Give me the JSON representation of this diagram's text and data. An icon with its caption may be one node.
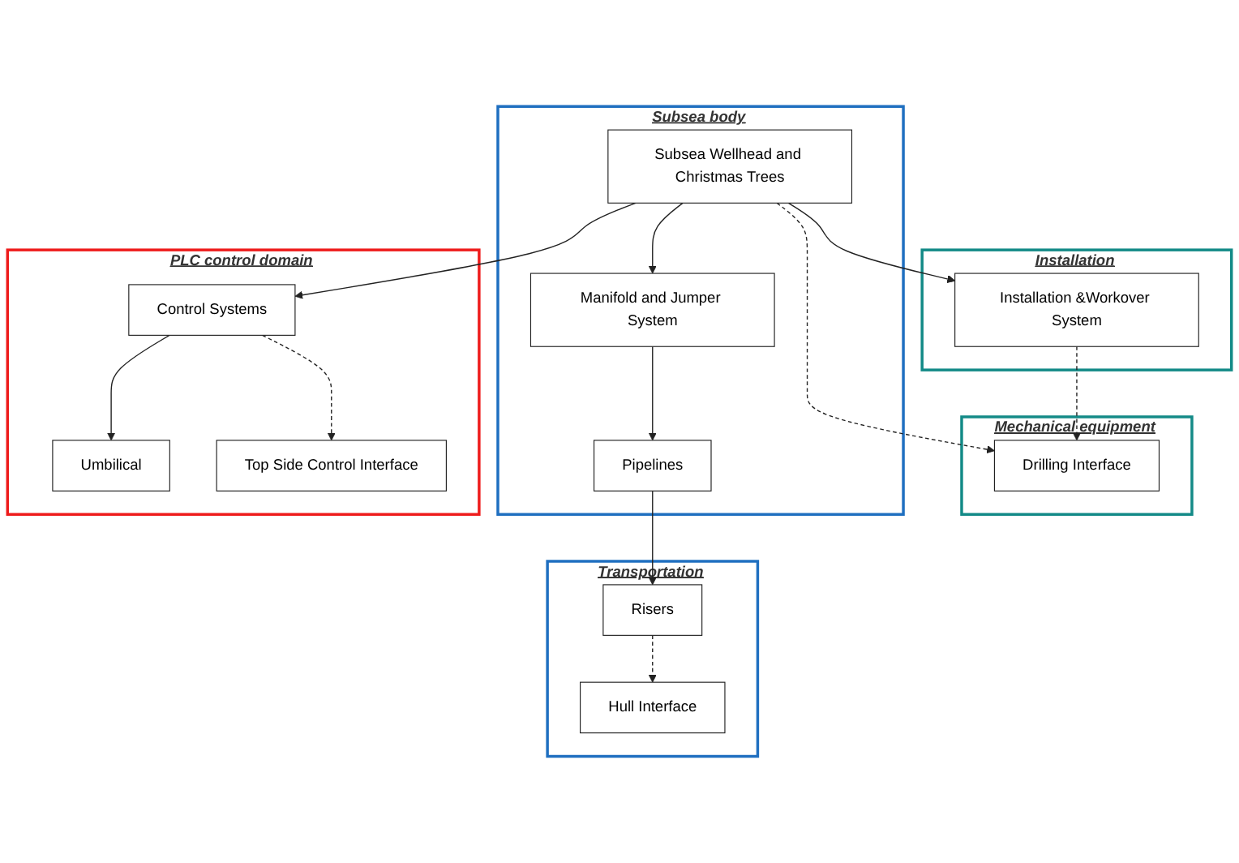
{
  "diagram": {
    "nodes": [
      {
        "text": [
          "Mechanical equipment"
        ]
      },
      {
        "text": [
          "Drilling Interface"
        ],
        "in": 0
      },
      {
        "text": [
          "Subsea body"
        ]
      },
      {
        "text": [
          "Subsea Wellhead and Christmas Trees"
        ],
        "in": 2
      },
      {
        "text": [
          "Manifold and Jumper System"
        ],
        "in": 2
      },
      {
        "text": [
          "Pipelines"
        ],
        "in": 2
      },
      {
        "text": [
          "PLC control domain"
        ]
      },
      {
        "text": [
          "Control Systems"
        ],
        "in": 6
      },
      {
        "text": [
          "Umbilical"
        ],
        "in": 6
      },
      {
        "text": [
          "Top Side Control Interface"
        ],
        "in": 6
      },
      {
        "text": [
          "Installation"
        ]
      },
      {
        "text": [
          "Installation &Workover System"
        ],
        "in": 10
      },
      {
        "text": [
          "Transportation"
        ]
      },
      {
        "text": [
          "Risers"
        ],
        "in": 12
      },
      {
        "text": [
          "Hull Interface"
        ],
        "in": 12
      }
    ],
    "edges": [
      {
        "from": 3,
        "to": 7,
        "arrow": "to"
      },
      {
        "from": 3,
        "to": 4,
        "arrow": "to"
      },
      {
        "from": 4,
        "to": 5,
        "arrow": "to"
      },
      {
        "from": 7,
        "to": 8,
        "arrow": "to"
      },
      {
        "from": 7,
        "to": 9,
        "arrow": "to",
        "style": "dashed"
      },
      {
        "from": 3,
        "to": 11,
        "arrow": "to"
      },
      {
        "from": 3,
        "to": 1,
        "arrow": "to",
        "style": "dashed"
      },
      {
        "from": 11,
        "to": 1,
        "arrow": "to",
        "style": "dashed"
      },
      {
        "from": 5,
        "to": 13,
        "arrow": "to"
      },
      {
        "from": 13,
        "to": 14,
        "arrow": "to",
        "style": "dashed"
      }
    ]
  }
}
